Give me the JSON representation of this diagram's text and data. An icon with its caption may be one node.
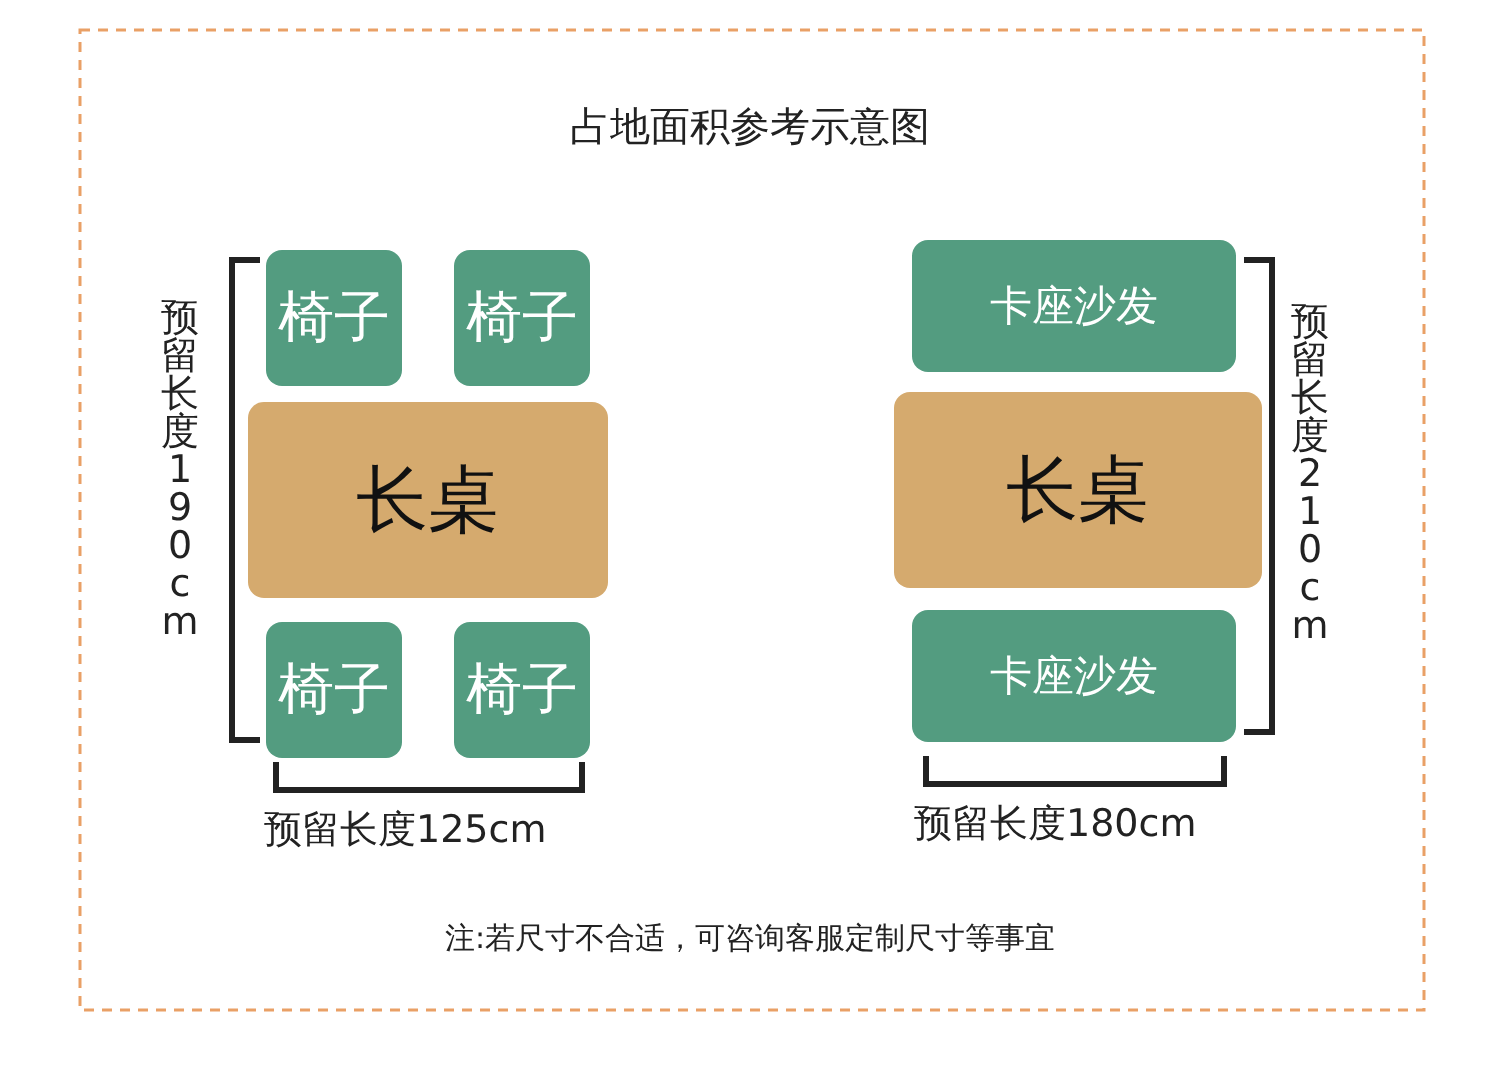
{
  "diagram": {
    "title": "占地面积参考示意图",
    "nodes": [
      {
        "text": [
          "椅子"
        ]
      },
      {
        "text": [
          "椅子"
        ]
      },
      {
        "text": [
          "长桌"
        ]
      },
      {
        "text": [
          "椅子"
        ]
      },
      {
        "text": [
          "椅子"
        ]
      },
      {
        "text": [
          "卡座沙发"
        ]
      },
      {
        "text": [
          "长桌"
        ]
      },
      {
        "text": [
          "卡座沙发"
        ]
      }
    ],
    "edges": [],
    "labels": [
      "预留长度190cm",
      "预留长度125cm",
      "预留长度210cm",
      "预留长度180cm",
      "注:若尺寸不合适，可咨询客服定制尺寸等事宜"
    ]
  }
}
